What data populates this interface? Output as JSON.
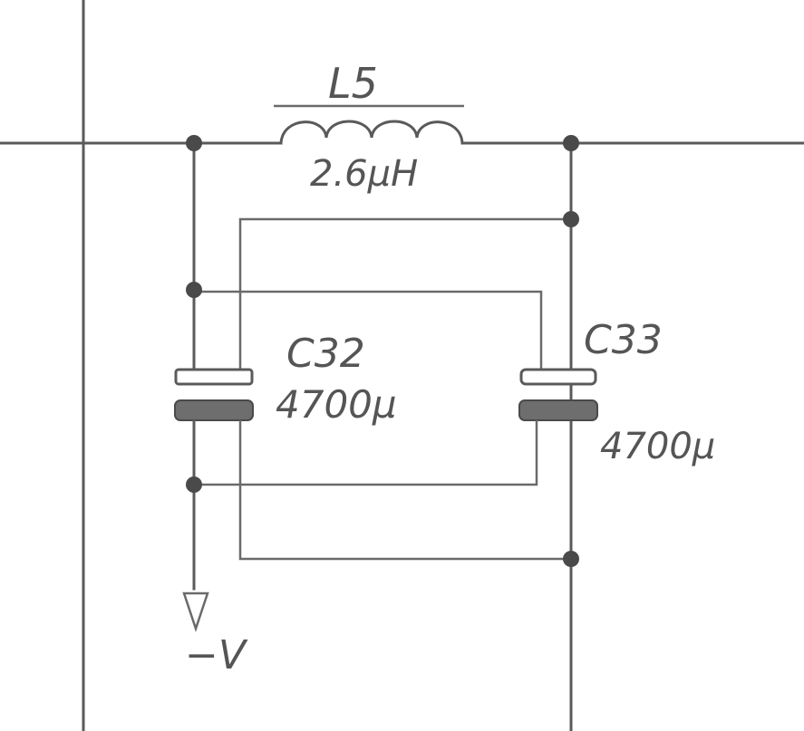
{
  "inductor": {
    "ref": "L5",
    "value": "2.6μH"
  },
  "capacitors": [
    {
      "ref": "C32",
      "value": "4700μ"
    },
    {
      "ref": "C33",
      "value": "4700μ"
    }
  ],
  "supply_label": "−V"
}
